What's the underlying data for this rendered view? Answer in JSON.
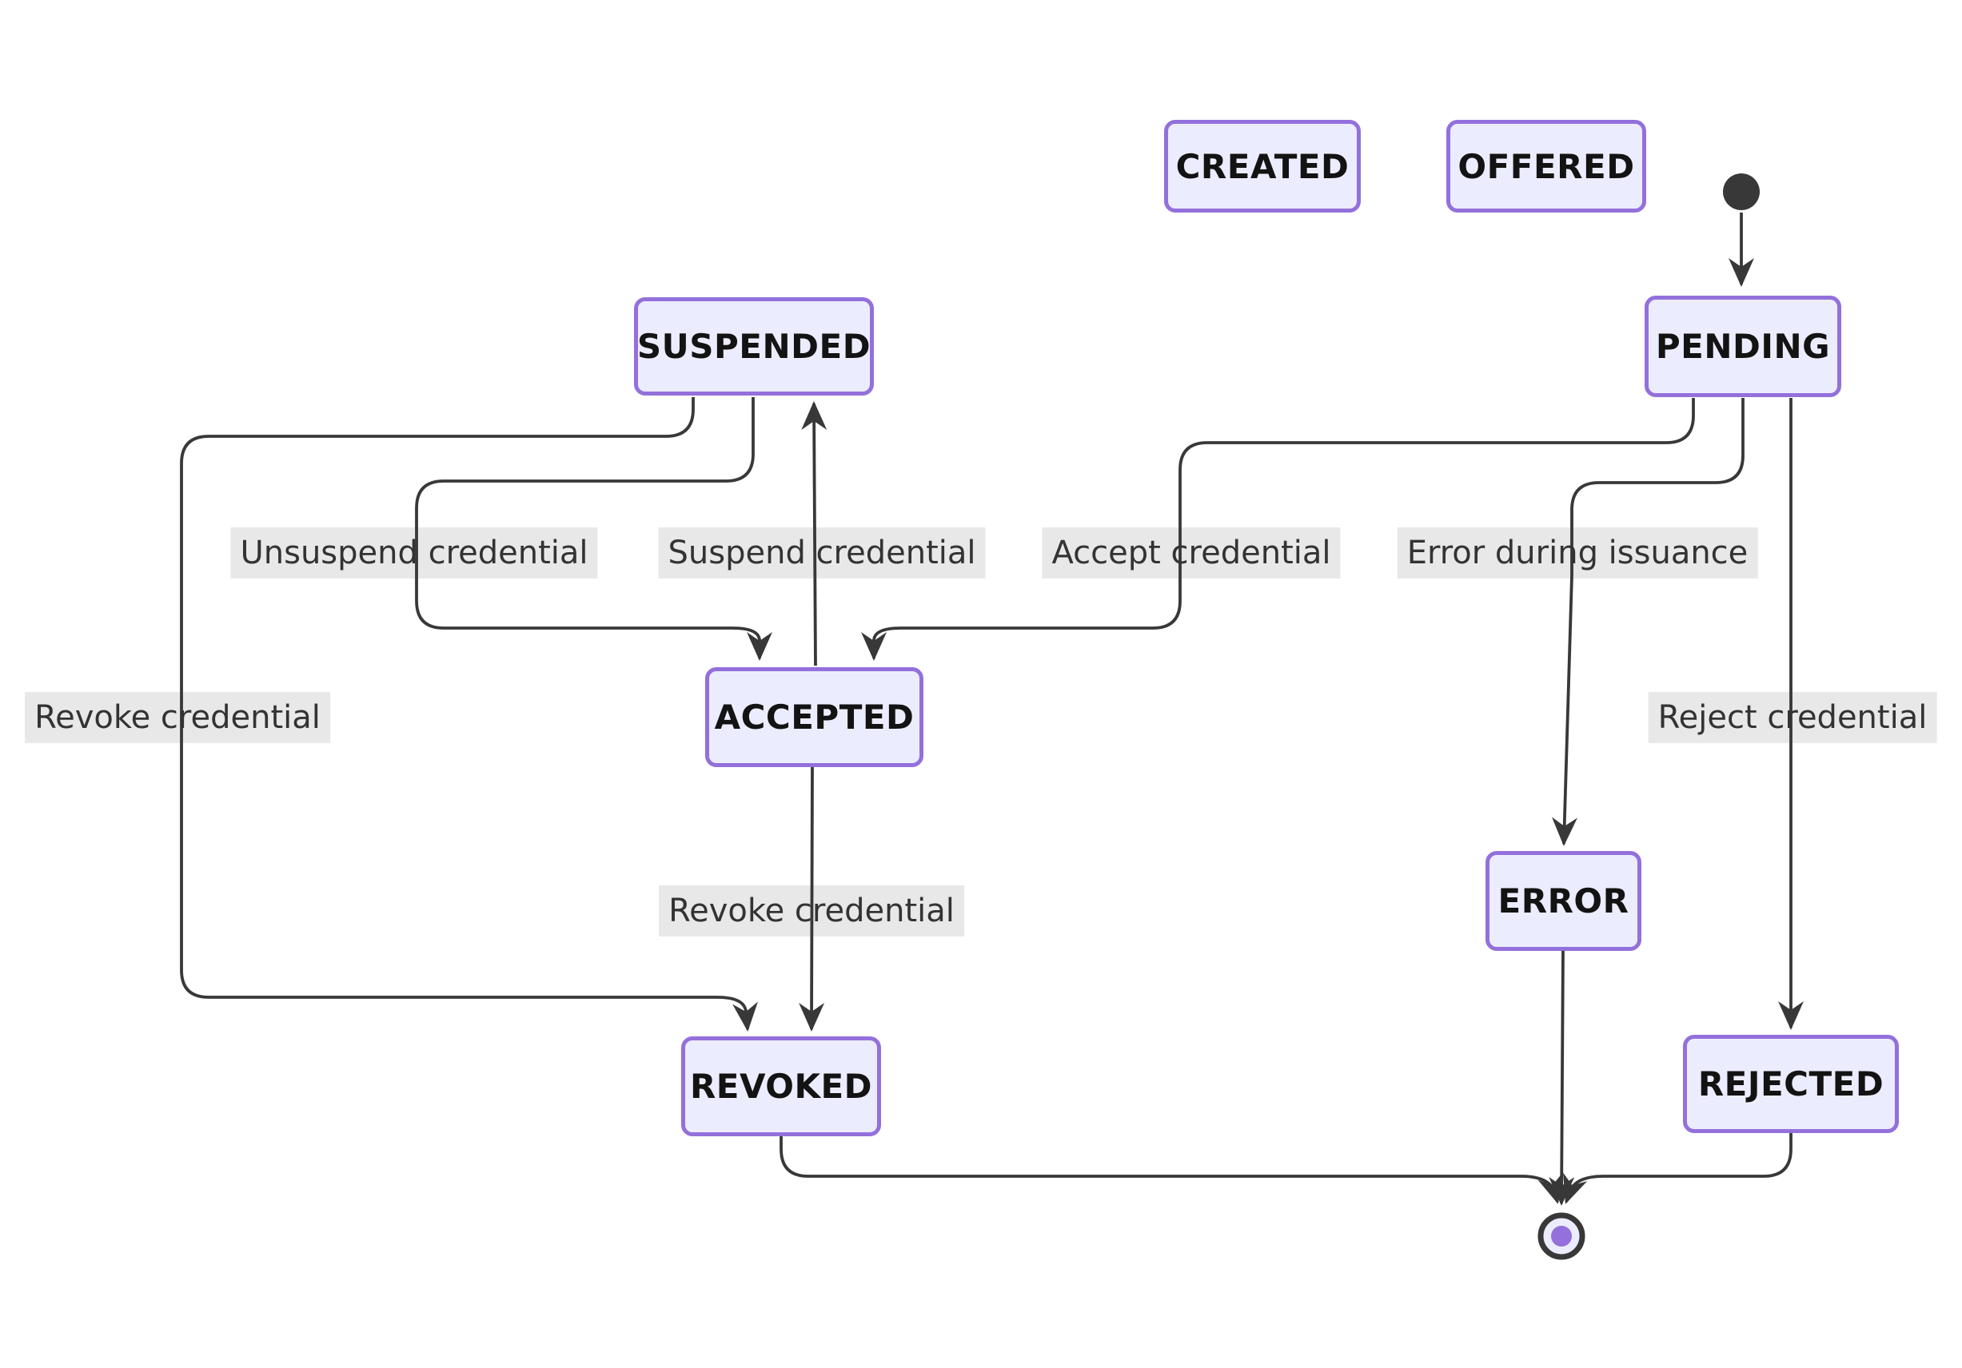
{
  "diagram": {
    "type": "state-machine",
    "states": {
      "created": "CREATED",
      "offered": "OFFERED",
      "pending": "PENDING",
      "suspended": "SUSPENDED",
      "accepted": "ACCEPTED",
      "error": "ERROR",
      "revoked": "REVOKED",
      "rejected": "REJECTED"
    },
    "special_nodes": {
      "start": "initial-state",
      "end": "final-state"
    },
    "transitions": [
      {
        "from": "start",
        "to": "PENDING",
        "label": ""
      },
      {
        "from": "PENDING",
        "to": "ACCEPTED",
        "label": "Accept credential"
      },
      {
        "from": "PENDING",
        "to": "ERROR",
        "label": "Error during issuance"
      },
      {
        "from": "PENDING",
        "to": "REJECTED",
        "label": "Reject credential"
      },
      {
        "from": "SUSPENDED",
        "to": "ACCEPTED",
        "label": "Unsuspend credential"
      },
      {
        "from": "ACCEPTED",
        "to": "SUSPENDED",
        "label": "Suspend credential"
      },
      {
        "from": "SUSPENDED",
        "to": "REVOKED",
        "label": "Revoke credential"
      },
      {
        "from": "ACCEPTED",
        "to": "REVOKED",
        "label": "Revoke credential"
      },
      {
        "from": "REVOKED",
        "to": "end",
        "label": ""
      },
      {
        "from": "ERROR",
        "to": "end",
        "label": ""
      },
      {
        "from": "REJECTED",
        "to": "end",
        "label": ""
      }
    ],
    "colors": {
      "node_fill": "#ECECFF",
      "node_border": "#9370DB",
      "node_text": "#131313",
      "edge": "#383838",
      "label_bg": "#e8e8e8",
      "label_text": "#333333",
      "end_dot": "#9370DB",
      "background": "#ffffff"
    }
  },
  "labels": {
    "unsuspend": "Unsuspend credential",
    "suspend": "Suspend credential",
    "accept": "Accept credential",
    "error": "Error during issuance",
    "revoke_left": "Revoke credential",
    "revoke_center": "Revoke credential",
    "reject": "Reject credential"
  }
}
